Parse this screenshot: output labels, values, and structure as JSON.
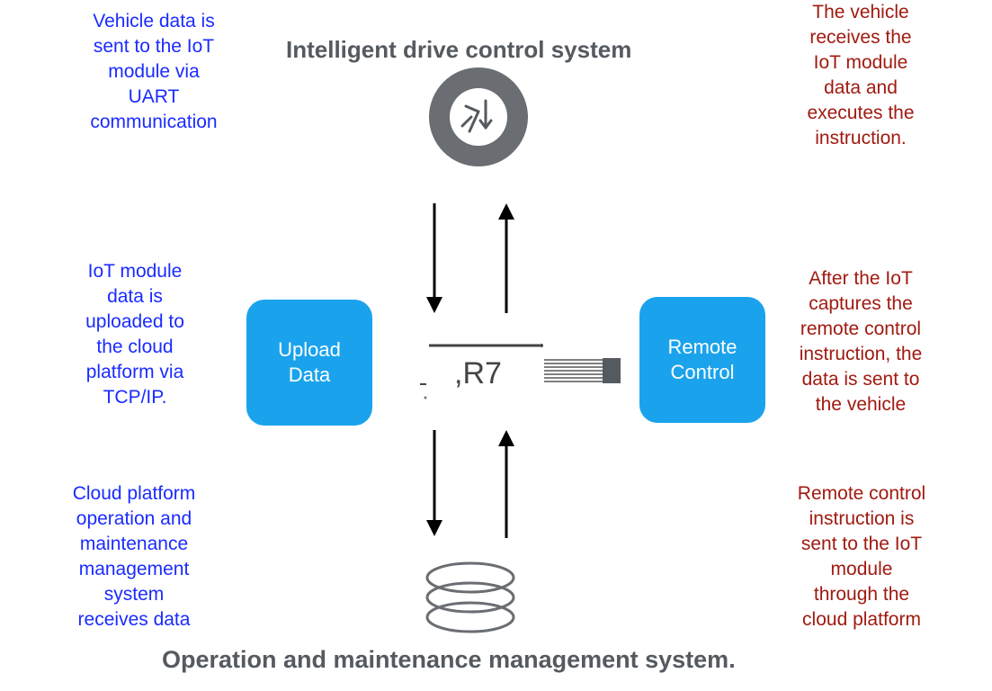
{
  "titles": {
    "top": "Intelligent drive control system",
    "bottom": "Operation and maintenance management system."
  },
  "notes_left": [
    [
      "Vehicle data is",
      "sent to the IoT",
      "module via",
      "UART",
      "communication"
    ],
    [
      "IoT module",
      "data is",
      "uploaded to",
      "the cloud",
      "platform via",
      "TCP/IP."
    ],
    [
      "Cloud platform",
      "operation and",
      "maintenance",
      "management",
      "system",
      "receives data"
    ]
  ],
  "notes_right": [
    [
      "The vehicle",
      "receives the",
      "IoT module",
      "data and",
      "executes the",
      "instruction."
    ],
    [
      "After the IoT",
      "captures the",
      "remote control",
      "instruction, the",
      "data is sent to",
      "the vehicle"
    ],
    [
      "Remote control",
      "instruction is",
      "sent to the IoT",
      "module",
      "through the",
      "cloud platform"
    ]
  ],
  "boxes": {
    "upload": [
      "Upload",
      "Data"
    ],
    "remote": [
      "Remote",
      "Control"
    ]
  },
  "chip_label": ",R7",
  "colors": {
    "blue_text": "#1a2bff",
    "red_text": "#a01a10",
    "box_fill": "#1aa3ec",
    "title_gray": "#555a60"
  },
  "icons": {
    "top": "steering-wheel-icon",
    "bottom": "cloud-server-stack-icon",
    "connector": "connector-pins-icon"
  }
}
